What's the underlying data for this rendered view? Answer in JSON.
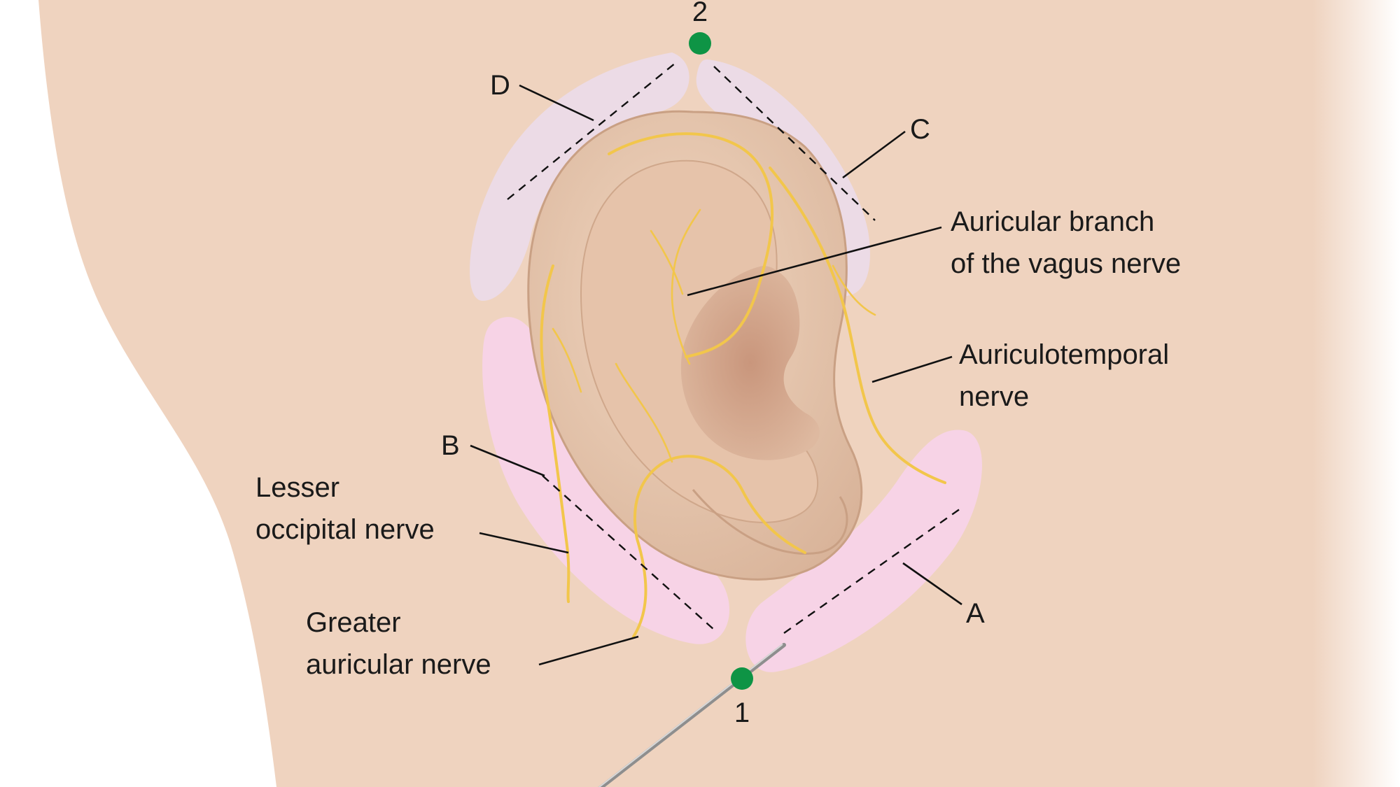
{
  "points": [
    {
      "id": "1",
      "label": "1"
    },
    {
      "id": "2",
      "label": "2"
    }
  ],
  "zones": [
    {
      "id": "A",
      "label": "A"
    },
    {
      "id": "B",
      "label": "B"
    },
    {
      "id": "C",
      "label": "C"
    },
    {
      "id": "D",
      "label": "D"
    }
  ],
  "nerves": {
    "vagus": {
      "line1": "Auricular branch",
      "line2": "of the vagus nerve"
    },
    "auriculotemporal": {
      "line1": "Auriculotemporal",
      "line2": "nerve"
    },
    "lesser_occipital": {
      "line1": "Lesser",
      "line2": "occipital nerve"
    },
    "greater_auricular": {
      "line1": "Greater",
      "line2": "auricular nerve"
    }
  },
  "colors": {
    "skin": "#efd3bf",
    "injection_point": "#0e9445",
    "nerve": "#f2c64b",
    "zone_upper": "#ecdbe6",
    "zone_lower": "#f7d3e6"
  }
}
